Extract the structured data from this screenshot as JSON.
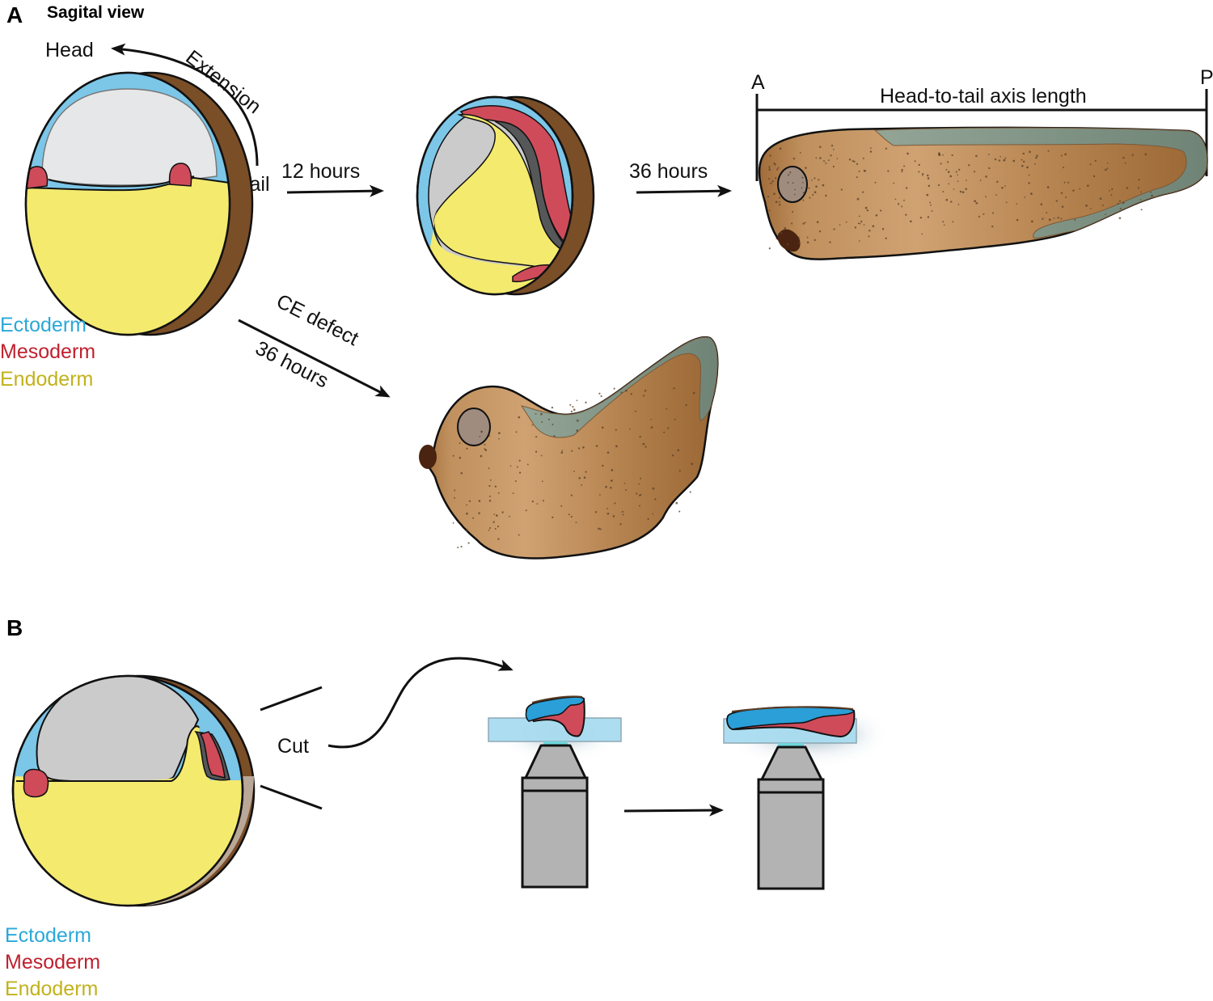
{
  "figure": {
    "panels": [
      {
        "id": "A",
        "label": "A",
        "title": "Sagital view",
        "axis_labels": {
          "head": "Head",
          "tail": "Tail",
          "extension": "Extension"
        },
        "transitions": [
          {
            "label": "12 hours"
          },
          {
            "label": "36 hours"
          },
          {
            "label_line1": "CE defect",
            "label_line2": "36 hours"
          }
        ],
        "axis_length": {
          "anterior": "A",
          "posterior": "P",
          "label": "Head-to-tail axis length"
        },
        "legend": [
          {
            "label": "Ectoderm",
            "color": "#2aa8d8"
          },
          {
            "label": "Mesoderm",
            "color": "#c0202f"
          },
          {
            "label": "Endoderm",
            "color": "#c2b21c"
          }
        ]
      },
      {
        "id": "B",
        "label": "B",
        "cut_label": "Cut",
        "legend": [
          {
            "label": "Ectoderm",
            "color": "#2aa8d8"
          },
          {
            "label": "Mesoderm",
            "color": "#c0202f"
          },
          {
            "label": "Endoderm",
            "color": "#c2b21c"
          }
        ]
      }
    ],
    "colors": {
      "ectoderm_fill": "#7cc6e8",
      "mesoderm_fill": "#cf4b5a",
      "endoderm_fill": "#f4ea6e",
      "blastocoel_fill": "#e6e7e8",
      "cavity_fill": "#cbcbcb",
      "shell_brown": "#7a4e27",
      "shell_tan": "#b9a797",
      "tadpole_light": "#c99a68",
      "tadpole_dark": "#a57340",
      "fin_gray": "#7f9486",
      "eye_fill": "#a08c7f",
      "mouth_fill": "#4a2410",
      "slide_fill": "#a9dcf0",
      "microscope_gray": "#b3b3b3"
    }
  }
}
